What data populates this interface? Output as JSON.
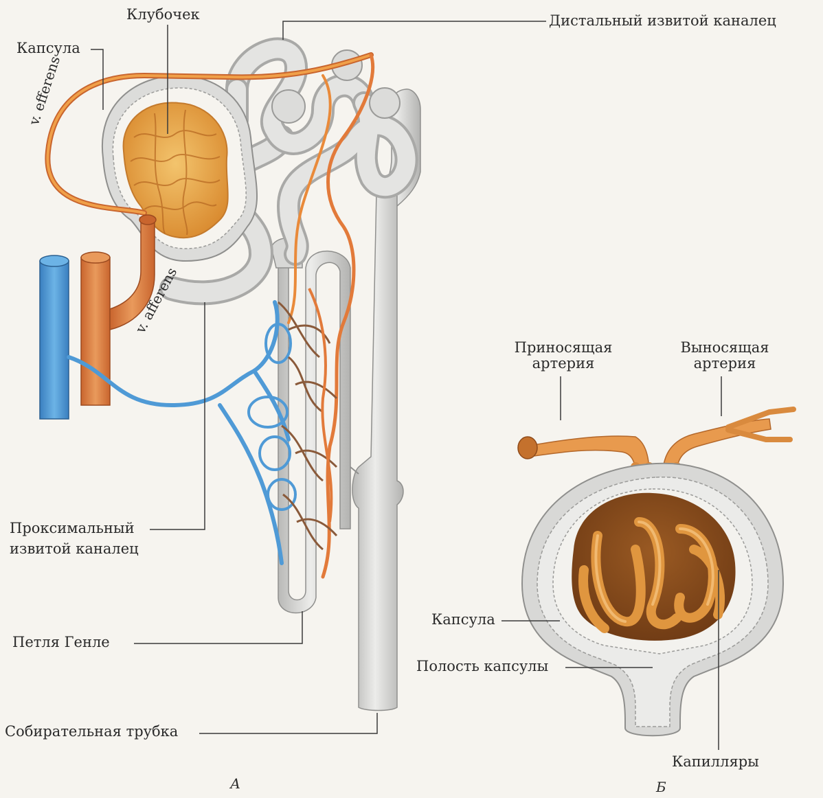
{
  "colors": {
    "tubule_fill": "#d8d8d6",
    "tubule_stroke": "#8f8f8d",
    "artery": "#e27a3a",
    "artery_light": "#f0a049",
    "vein": "#4f9ad6",
    "glomerulus": "#e9a54e",
    "background": "#f6f4ef",
    "leader": "#3a3a3a"
  },
  "icons": {
    "nephron": "nephron-illustration",
    "corpuscle": "renal-corpuscle-illustration"
  },
  "panel_a": {
    "letter": "А",
    "labels": {
      "capsule": "Капсула",
      "glomerulus": "Клубочек",
      "distal": "Дистальный  извитой  каналец",
      "efferens": "v. efferens",
      "afferens": "v. afferens",
      "proximal_line1": "Проксимальный",
      "proximal_line2": "извитой каналец",
      "henle": "Петля  Генле",
      "collecting": "Собирательная трубка"
    }
  },
  "panel_b": {
    "letter": "Б",
    "labels": {
      "afferent_line1": "Приносящая",
      "afferent_line2": "артерия",
      "efferent_line1": "Выносящая",
      "efferent_line2": "артерия",
      "capsule": "Капсула",
      "cavity": "Полость капсулы",
      "capillaries": "Капилляры"
    }
  }
}
